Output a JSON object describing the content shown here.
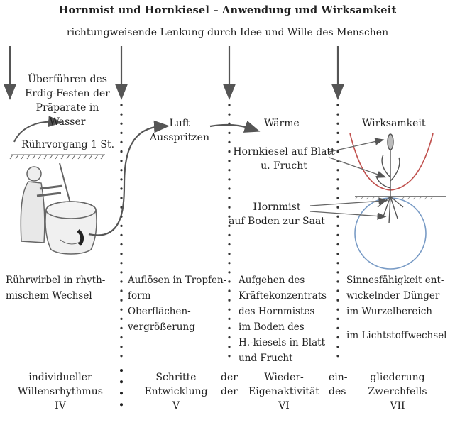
{
  "title": "Hornmist und Hornkiesel – Anwendung und Wirksamkeit",
  "subtitle": "richtungweisende Lenkung durch Idee und Wille des Menschen",
  "steps": {
    "s1_top": [
      "Überführen des",
      "Erdig-Festen der",
      "Präparate in",
      "Wasser"
    ],
    "s1_label": "Rührvorgang 1 St.",
    "s2_top": [
      "Luft",
      "Ausspritzen"
    ],
    "s3_top": "Wärme",
    "s4_top": "Wirksamkeit",
    "hornkiesel": [
      "Hornkiesel auf Blatt",
      "u. Frucht"
    ],
    "hornmist": [
      "Hornmist",
      "auf Boden zur Saat"
    ]
  },
  "descriptions": {
    "col1": [
      "Rührwirbel in rhyth-",
      "mischem Wechsel"
    ],
    "col2": [
      "Auflösen in Tropfen-",
      "form",
      "Oberflächen-",
      "vergrößerung"
    ],
    "col3": [
      "Aufgehen des",
      "Kräftekonzentrats",
      "des Hornmistes",
      "im Boden des",
      "H.-kiesels in Blatt",
      "und Frucht"
    ],
    "col4a": [
      "Sinnesfähigkeit ent-",
      "wickelnder Dünger",
      "im Wurzelbereich"
    ],
    "col4b": "im Lichtstoffwechsel"
  },
  "bottom": {
    "col1": [
      "individueller",
      "Willensrhythmus",
      "IV"
    ],
    "col2": [
      "Schritte",
      "Entwicklung",
      "V"
    ],
    "join1": [
      "der",
      "der"
    ],
    "col3": [
      "Wieder-",
      "Eigenaktivität",
      "VI"
    ],
    "join2": [
      "ein-",
      "des"
    ],
    "col4": [
      "gliederung",
      "Zwerchfells",
      "VII"
    ]
  },
  "colors": {
    "curve_red": "#c0504d",
    "circle_blue": "#7a9cc6",
    "ink": "#555555"
  }
}
